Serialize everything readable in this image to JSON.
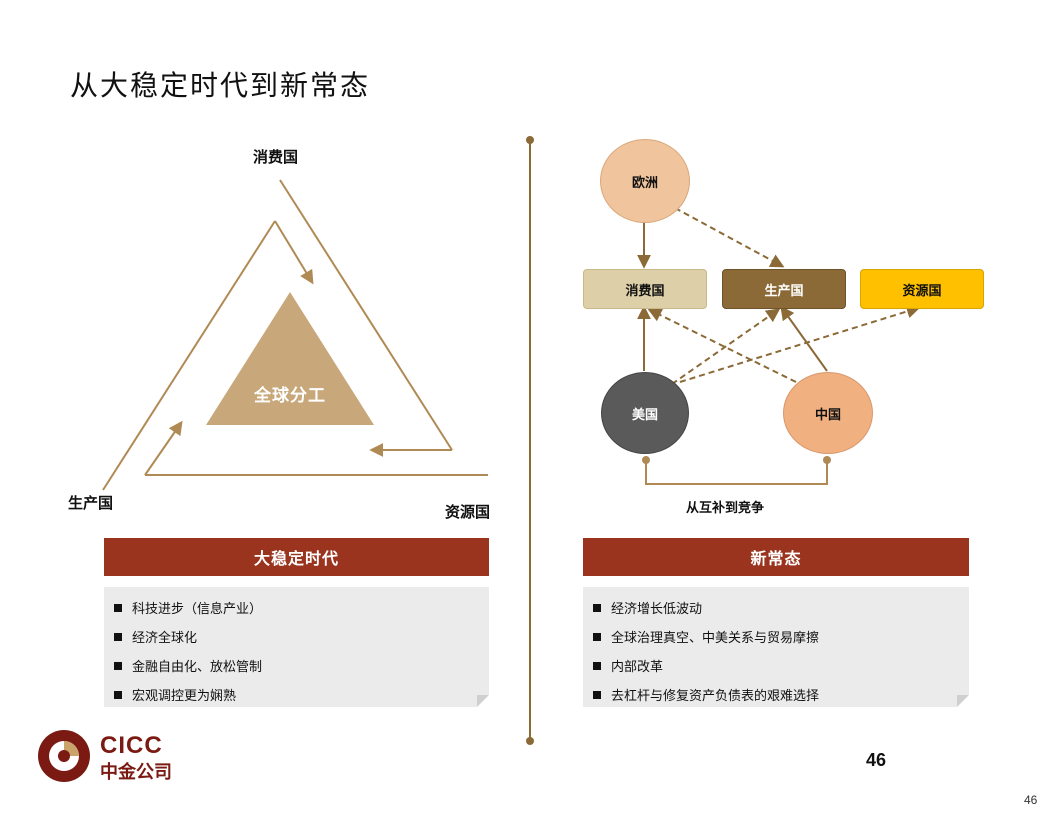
{
  "title": "从大稳定时代到新常态",
  "left": {
    "labels": {
      "consumer": "消费国",
      "producer": "生产国",
      "resource": "资源国",
      "center": "全球分工"
    },
    "panel": {
      "header": "大稳定时代",
      "items": [
        "科技进步（信息产业）",
        "经济全球化",
        "金融自由化、放松管制",
        "宏观调控更为娴熟"
      ]
    }
  },
  "right": {
    "nodes": {
      "europe": "欧洲",
      "usa": "美国",
      "china": "中国"
    },
    "boxes": {
      "consumer": "消费国",
      "producer": "生产国",
      "resource": "资源国"
    },
    "caption": "从互补到竞争",
    "panel": {
      "header": "新常态",
      "items": [
        "经济增长低波动",
        "全球治理真空、中美关系与贸易摩擦",
        "内部改革",
        "去杠杆与修复资产负债表的艰难选择"
      ]
    }
  },
  "colors": {
    "accent_red": "#9a341f",
    "line_brown": "#b08a55",
    "center_triangle": "#c8a87a",
    "box_consumer": "#ddd0a8",
    "box_producer": "#8b6a38",
    "box_resource": "#ffc000",
    "circle_europe": "#f0c49c",
    "circle_usa": "#5a5a5a",
    "circle_china": "#f0b080"
  },
  "footer": {
    "logo_en": "CICC",
    "logo_cn": "中金公司",
    "page_number": "46",
    "slide_number": "46"
  }
}
